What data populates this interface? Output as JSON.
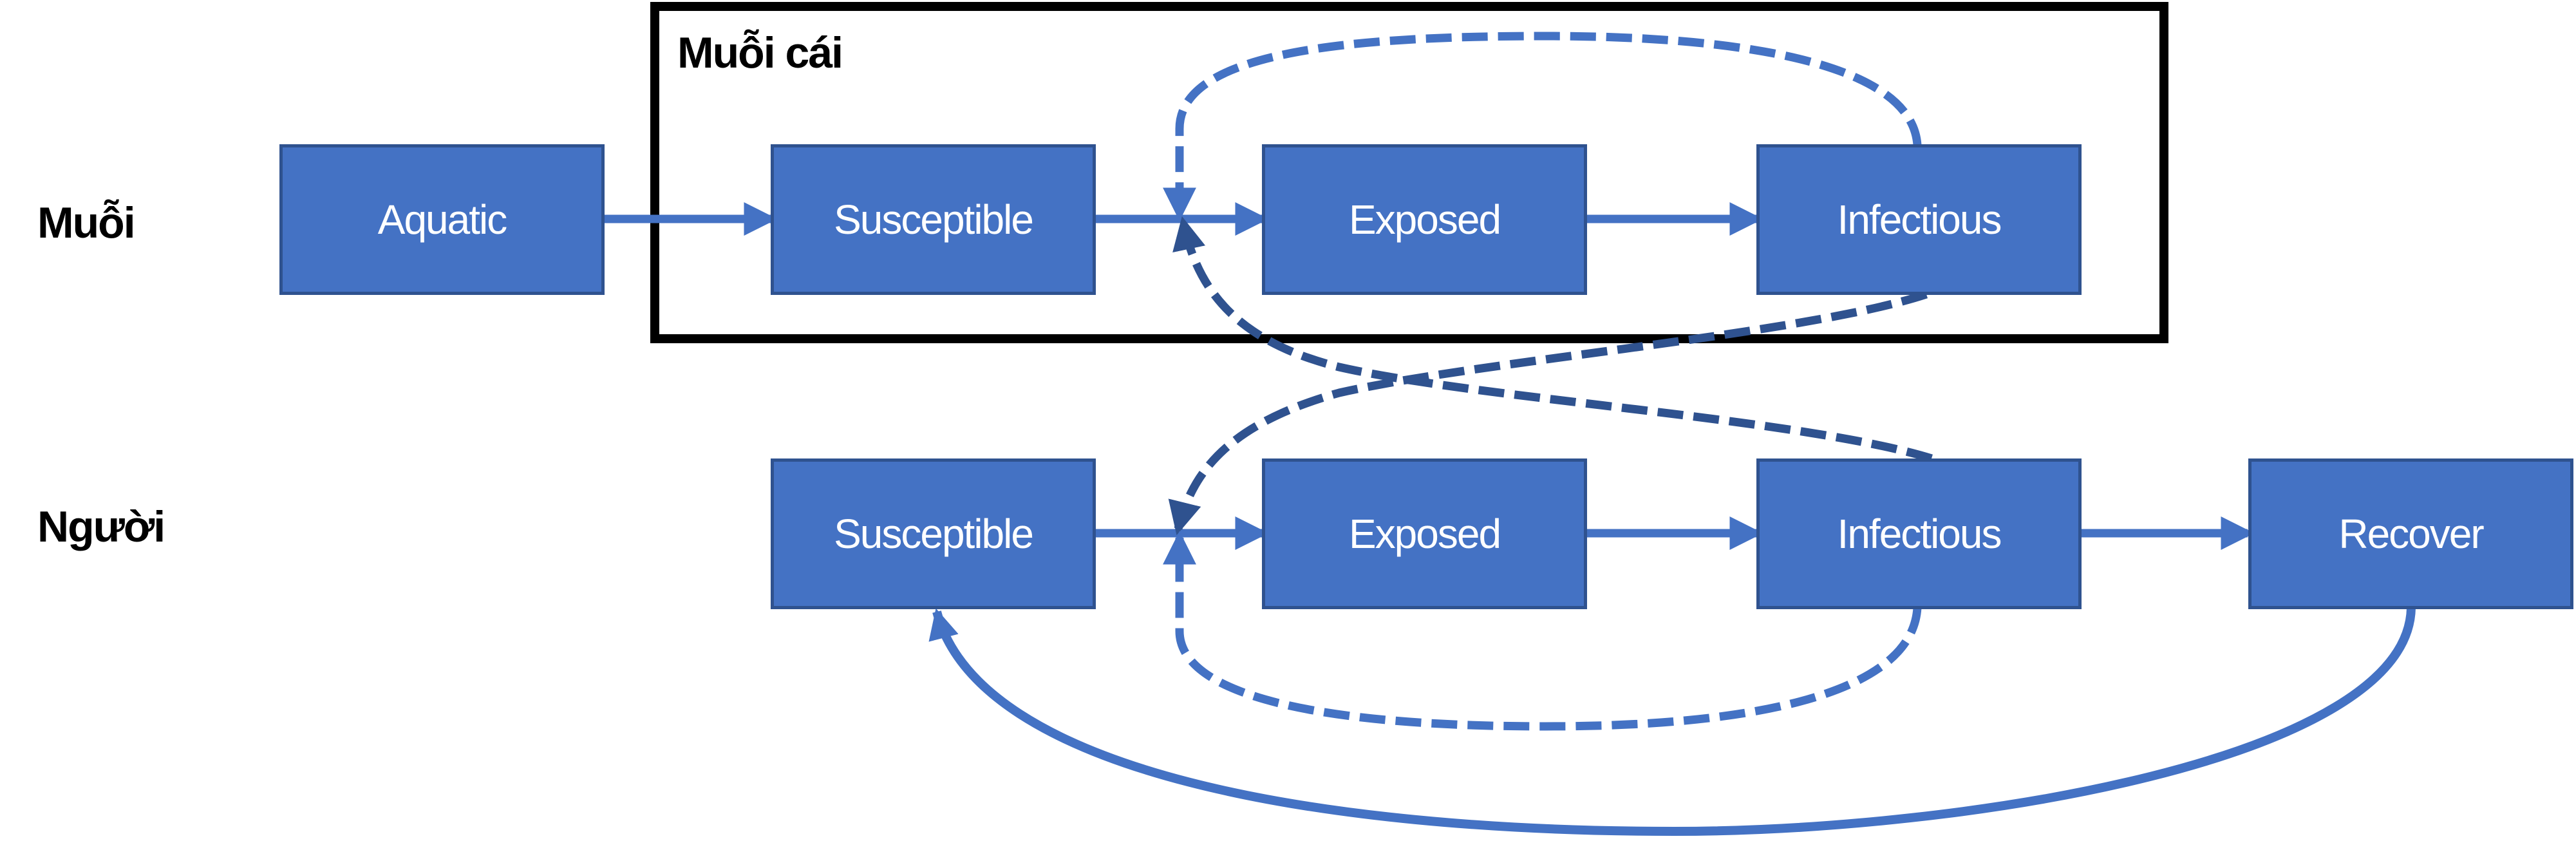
{
  "rows": {
    "mosquito_label": "Muỗi",
    "human_label": "Người"
  },
  "group": {
    "label": "Muỗi cái"
  },
  "nodes": {
    "mosquito_aquatic": "Aquatic",
    "mosquito_susceptible": "Susceptible",
    "mosquito_exposed": "Exposed",
    "mosquito_infectious": "Infectious",
    "human_susceptible": "Susceptible",
    "human_exposed": "Exposed",
    "human_infectious": "Infectious",
    "human_recover": "Recover"
  },
  "colors": {
    "node_fill": "#4472C4",
    "node_border": "#2F528F",
    "arrow_light": "#4472C4",
    "arrow_dark": "#2F528F",
    "frame": "#000000"
  },
  "edges": [
    {
      "from": "mosquito_aquatic",
      "to": "mosquito_susceptible",
      "style": "solid"
    },
    {
      "from": "mosquito_susceptible",
      "to": "mosquito_exposed",
      "style": "solid"
    },
    {
      "from": "mosquito_exposed",
      "to": "mosquito_infectious",
      "style": "solid"
    },
    {
      "from": "mosquito_infectious",
      "to": "mosquito_susceptible->mosquito_exposed",
      "style": "dashed"
    },
    {
      "from": "human_infectious",
      "to": "mosquito_susceptible->mosquito_exposed",
      "style": "dashed-dark"
    },
    {
      "from": "mosquito_infectious",
      "to": "human_susceptible->human_exposed",
      "style": "dashed-dark"
    },
    {
      "from": "human_infectious",
      "to": "human_susceptible->human_exposed",
      "style": "dashed"
    },
    {
      "from": "human_susceptible",
      "to": "human_exposed",
      "style": "solid"
    },
    {
      "from": "human_exposed",
      "to": "human_infectious",
      "style": "solid"
    },
    {
      "from": "human_infectious",
      "to": "human_recover",
      "style": "solid"
    },
    {
      "from": "human_recover",
      "to": "human_susceptible",
      "style": "solid-curved"
    }
  ]
}
